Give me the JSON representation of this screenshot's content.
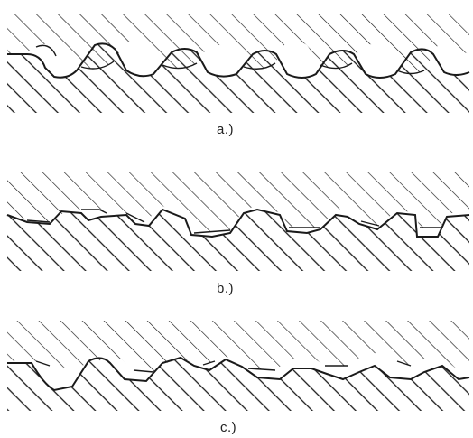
{
  "figure": {
    "panels": [
      {
        "caption": "a.)",
        "thread_form": "rounded"
      },
      {
        "caption": "b.)",
        "thread_form": "square"
      },
      {
        "caption": "c.)",
        "thread_form": "mixed"
      }
    ],
    "colors": {
      "line": "#1a1a1a",
      "background": "#ffffff"
    }
  }
}
